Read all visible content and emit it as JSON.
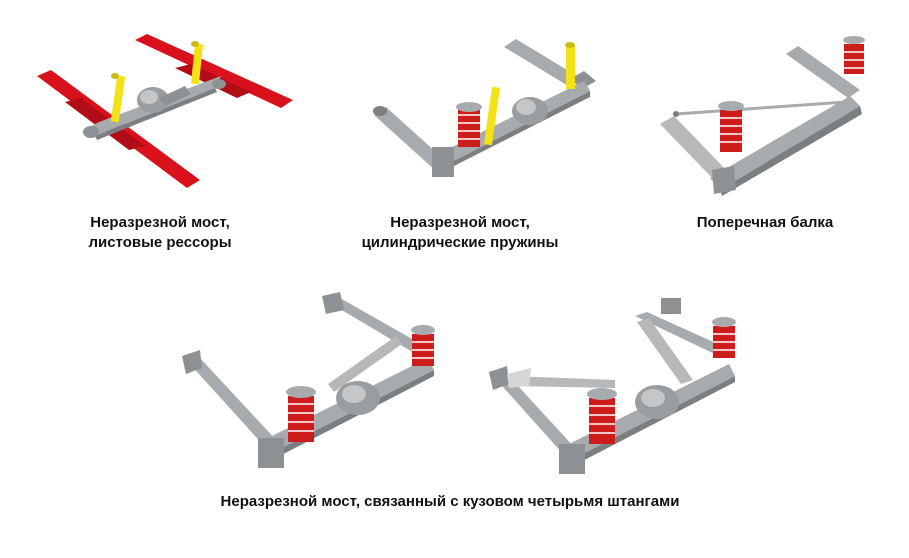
{
  "colors": {
    "metal": "#a8abad",
    "metal_dark": "#7c7f82",
    "metal_light": "#d4d6d8",
    "spring": "#cc1c1c",
    "leaf": "#d8111c",
    "shock": "#f2e216"
  },
  "figures": [
    {
      "id": "leaf-springs",
      "caption_lines": [
        "Неразрезной мост,",
        "листовые рессоры"
      ]
    },
    {
      "id": "coil-springs",
      "caption_lines": [
        "Неразрезной мост,",
        "цилиндрические пружины"
      ]
    },
    {
      "id": "transverse-beam",
      "caption_lines": [
        "Поперечная балка"
      ]
    }
  ],
  "bottom_caption": "Неразрезной мост, связанный с кузовом четырьмя штангами"
}
